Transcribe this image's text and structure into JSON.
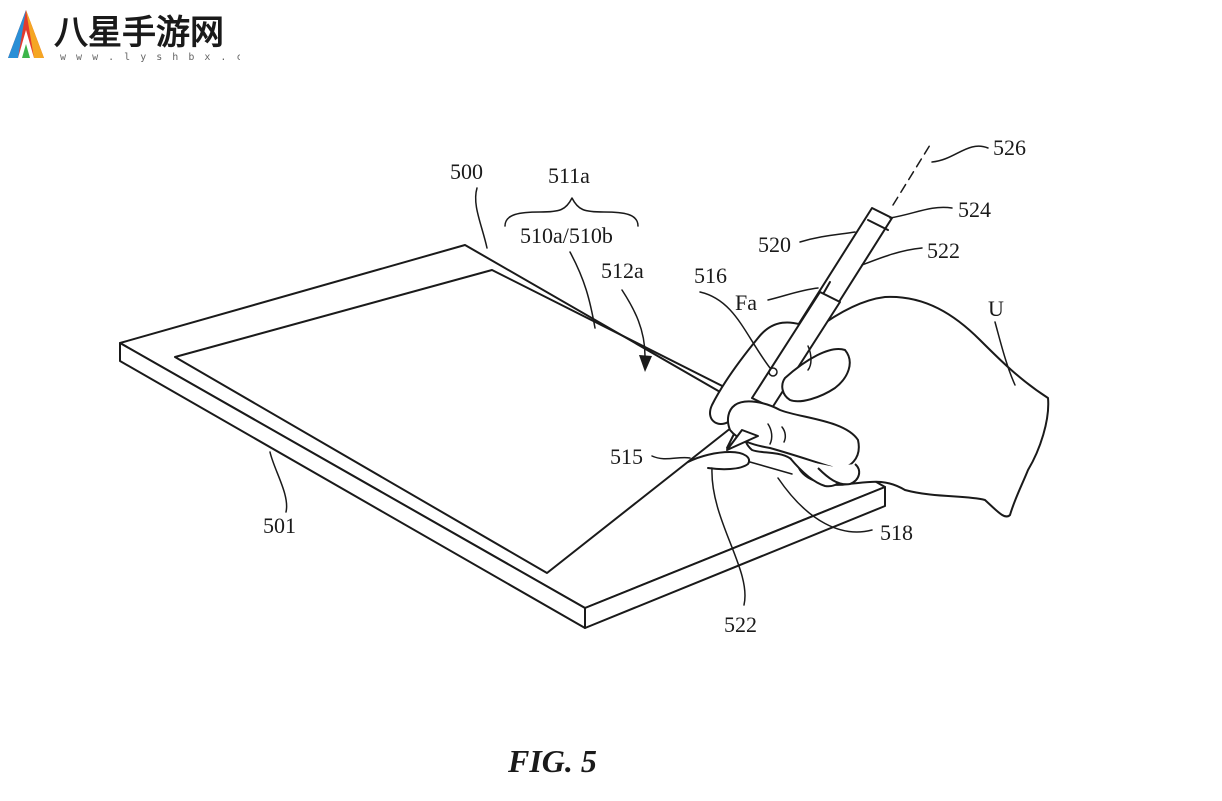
{
  "figure": {
    "caption": "FIG. 5",
    "labels": {
      "l500": "500",
      "l501": "501",
      "l511a": "511a",
      "l510": "510a/510b",
      "l512a": "512a",
      "l516": "516",
      "lFa": "Fa",
      "l520": "520",
      "l522top": "522",
      "l524": "524",
      "l526": "526",
      "lU": "U",
      "l515": "515",
      "l518": "518",
      "l522bottom": "522"
    }
  },
  "watermark": {
    "text": "八星手游网",
    "url": "w w w . l y s h b x . c o m"
  }
}
